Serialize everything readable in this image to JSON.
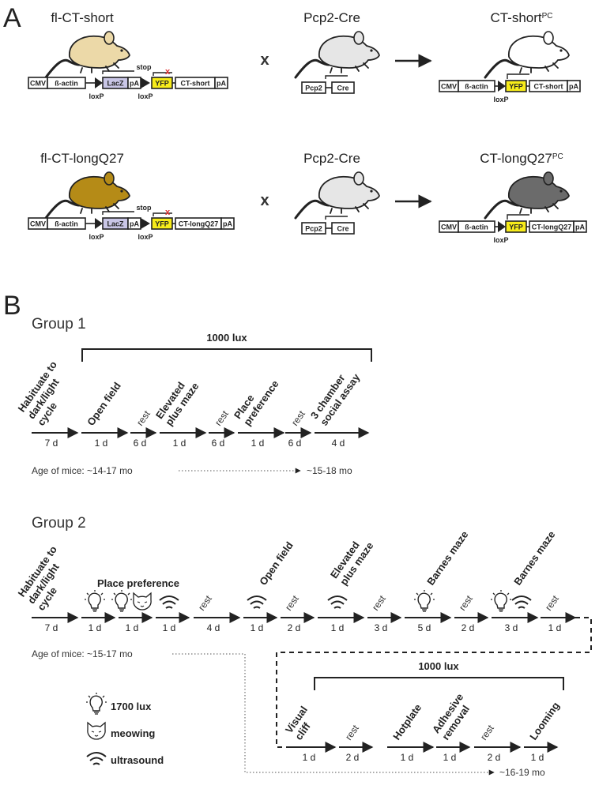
{
  "panel_a": {
    "label": "A",
    "cross_symbol": "x",
    "rows": [
      {
        "parent1": {
          "title": "fl-CT-short",
          "coat": "#ecd9a8",
          "construct": [
            "CMV",
            "ß-actin",
            "LacZ",
            "pA",
            "YFP",
            "CT-short",
            "pA"
          ],
          "loxp": "loxP",
          "stop": "stop"
        },
        "parent2": {
          "title": "Pcp2-Cre",
          "coat": "#e6e6e6",
          "construct": [
            "Pcp2",
            "Cre"
          ]
        },
        "offspring": {
          "title": "CT-short",
          "sup": "PC",
          "coat": "#ffffff",
          "construct": [
            "CMV",
            "ß-actin",
            "YFP",
            "CT-short",
            "pA"
          ],
          "loxp": "loxP"
        }
      },
      {
        "parent1": {
          "title": "fl-CT-longQ27",
          "coat": "#b58b17",
          "construct": [
            "CMV",
            "ß-actin",
            "LacZ",
            "pA",
            "YFP",
            "CT-longQ27",
            "pA"
          ],
          "loxp": "loxP",
          "stop": "stop"
        },
        "parent2": {
          "title": "Pcp2-Cre",
          "coat": "#e6e6e6",
          "construct": [
            "Pcp2",
            "Cre"
          ]
        },
        "offspring": {
          "title": "CT-longQ27",
          "sup": "PC",
          "coat": "#6b6b6b",
          "construct": [
            "CMV",
            "ß-actin",
            "YFP",
            "CT-longQ27",
            "pA"
          ],
          "loxp": "loxP"
        }
      }
    ],
    "colors": {
      "lacz": "#c9c6e6",
      "yfp": "#f7ec1a",
      "excision_x": "#e03030"
    }
  },
  "panel_b": {
    "label": "B",
    "group1": {
      "title": "Group 1",
      "lux_label": "1000 lux",
      "steps": [
        {
          "label": "Habituate to dark/light cycle",
          "duration": "7 d",
          "rest": false
        },
        {
          "label": "Open field",
          "duration": "1 d",
          "rest": false
        },
        {
          "label": "rest",
          "duration": "6 d",
          "rest": true
        },
        {
          "label": "Elevated plus maze",
          "duration": "1 d",
          "rest": false
        },
        {
          "label": "rest",
          "duration": "6 d",
          "rest": true
        },
        {
          "label": "Place preference",
          "duration": "1 d",
          "rest": false
        },
        {
          "label": "rest",
          "duration": "6 d",
          "rest": true
        },
        {
          "label": "3 chamber social assay",
          "duration": "4 d",
          "rest": false
        }
      ],
      "age_start": "Age of mice: ~14-17 mo",
      "age_end": "~15-18 mo"
    },
    "group2": {
      "title": "Group 2",
      "place_preference_label": "Place preference",
      "steps_row1": [
        {
          "label": "Habituate to dark/light cycle",
          "duration": "7 d",
          "icons": []
        },
        {
          "label": "",
          "duration": "1 d",
          "icons": [
            "bulb"
          ]
        },
        {
          "label": "",
          "duration": "1 d",
          "icons": [
            "bulb",
            "cat"
          ]
        },
        {
          "label": "",
          "duration": "1 d",
          "icons": [
            "waves"
          ]
        },
        {
          "label": "rest",
          "duration": "4 d",
          "icons": []
        },
        {
          "label": "Open field",
          "duration": "1 d",
          "icons": [
            "waves"
          ]
        },
        {
          "label": "rest",
          "duration": "2 d",
          "icons": []
        },
        {
          "label": "Elevated plus maze",
          "duration": "1 d",
          "icons": [
            "waves"
          ]
        },
        {
          "label": "rest",
          "duration": "3 d",
          "icons": []
        },
        {
          "label": "Barnes maze",
          "duration": "5 d",
          "icons": [
            "bulb"
          ]
        },
        {
          "label": "rest",
          "duration": "2 d",
          "icons": []
        },
        {
          "label": "Barnes maze",
          "duration": "3 d",
          "icons": [
            "bulb",
            "waves"
          ]
        },
        {
          "label": "rest",
          "duration": "1 d",
          "icons": []
        }
      ],
      "lux_label": "1000 lux",
      "steps_row2": [
        {
          "label": "Visual cliff",
          "duration": "1 d"
        },
        {
          "label": "rest",
          "duration": "2 d"
        },
        {
          "label": "Hotplate",
          "duration": "1 d"
        },
        {
          "label": "Adhesive removal",
          "duration": "1 d"
        },
        {
          "label": "rest",
          "duration": "2 d"
        },
        {
          "label": "Looming",
          "duration": "1 d"
        }
      ],
      "age_start": "Age of mice: ~15-17 mo",
      "age_end": "~16-19 mo"
    },
    "legend": [
      {
        "icon": "bulb",
        "label": "1700 lux"
      },
      {
        "icon": "cat",
        "label": "meowing"
      },
      {
        "icon": "waves",
        "label": "ultrasound"
      }
    ]
  }
}
